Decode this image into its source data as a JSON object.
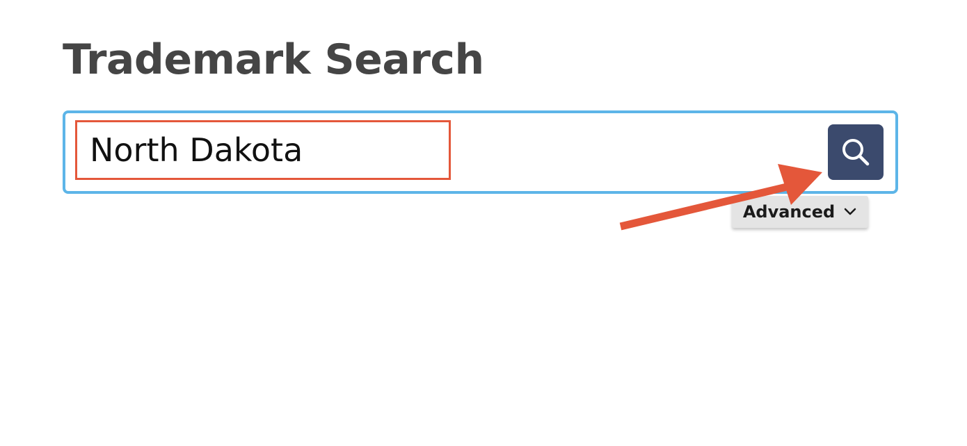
{
  "page": {
    "title": "Trademark Search"
  },
  "search": {
    "value": "North Dakota",
    "button_icon": "search-icon"
  },
  "advanced": {
    "label": "Advanced",
    "icon": "chevron-down-icon"
  },
  "annotation": {
    "highlight_color": "#e4573a",
    "arrow_color": "#e4573a"
  },
  "colors": {
    "search_border": "#5db5e8",
    "search_button_bg": "#3b4a6d",
    "title_text": "#454545"
  }
}
